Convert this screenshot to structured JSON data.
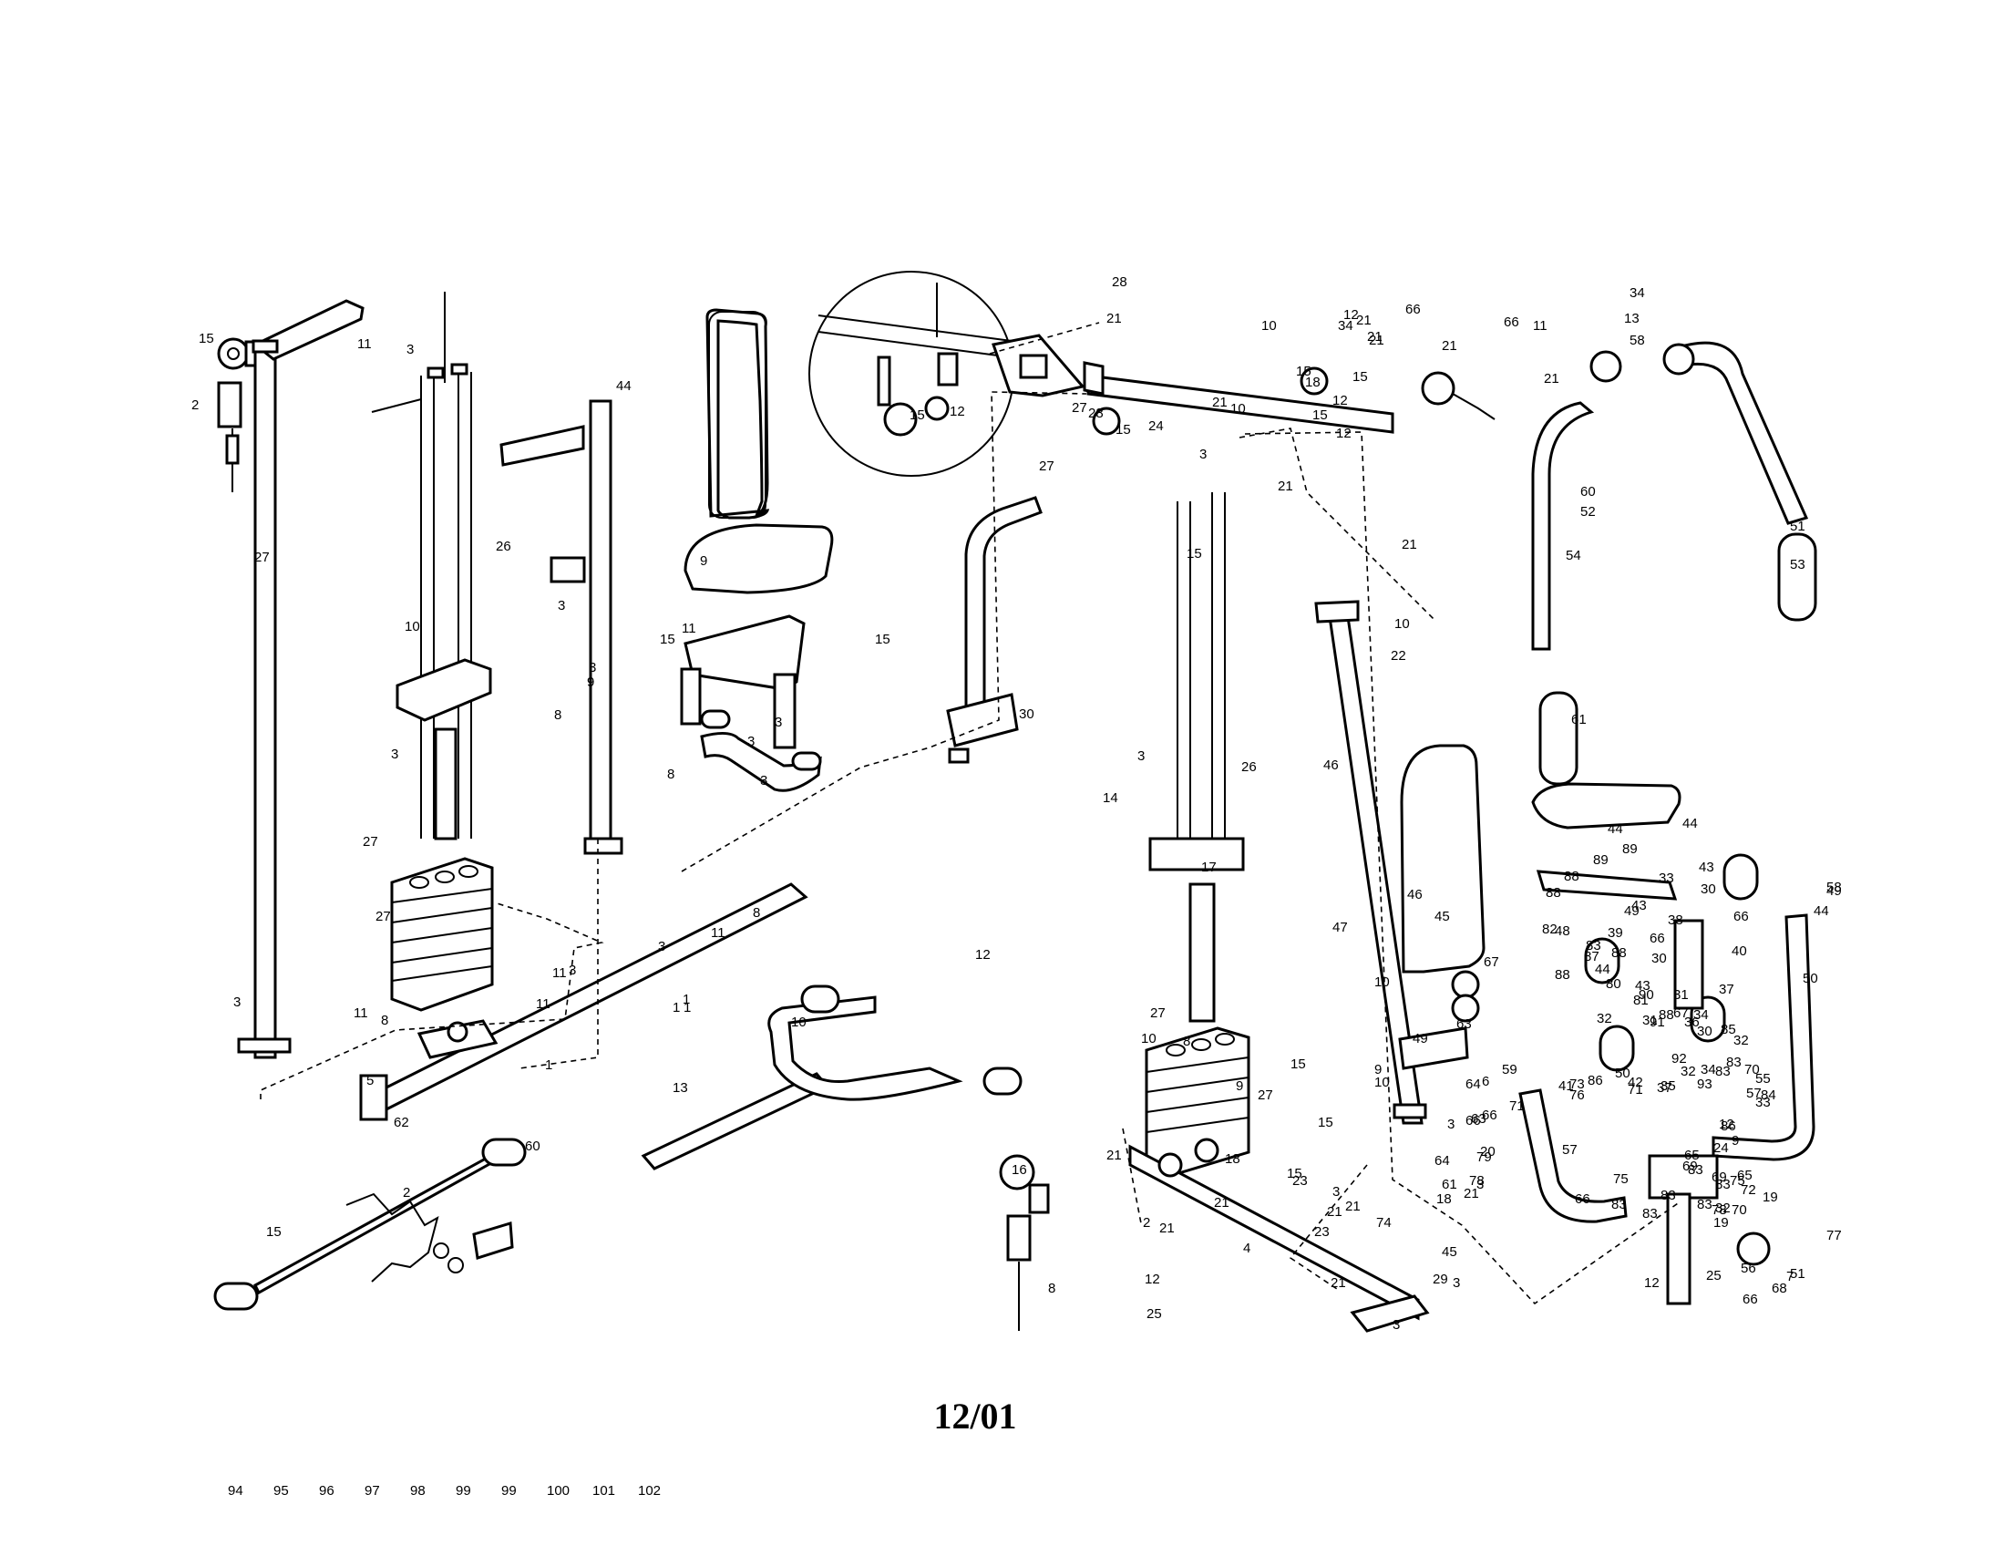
{
  "footer": {
    "date": "12/01"
  },
  "callouts": [
    "1",
    "1",
    "1",
    "1",
    "2",
    "2",
    "2",
    "3",
    "3",
    "3",
    "3",
    "3",
    "3",
    "3",
    "3",
    "3",
    "3",
    "3",
    "3",
    "3",
    "3",
    "3",
    "3",
    "3",
    "4",
    "5",
    "6",
    "7",
    "8",
    "8",
    "8",
    "8",
    "8",
    "8",
    "9",
    "9",
    "9",
    "9",
    "9",
    "10",
    "10",
    "10",
    "10",
    "10",
    "10",
    "10",
    "10",
    "11",
    "11",
    "11",
    "11",
    "11",
    "11",
    "11",
    "12",
    "12",
    "12",
    "12",
    "12",
    "12",
    "12",
    "12",
    "13",
    "13",
    "14",
    "15",
    "15",
    "15",
    "15",
    "15",
    "15",
    "15",
    "15",
    "15",
    "15",
    "15",
    "15",
    "15",
    "16",
    "17",
    "18",
    "18",
    "18",
    "19",
    "19",
    "20",
    "21",
    "21",
    "21",
    "21",
    "21",
    "21",
    "21",
    "21",
    "21",
    "21",
    "21",
    "21",
    "21",
    "21",
    "21",
    "21",
    "22",
    "23",
    "23",
    "24",
    "24",
    "25",
    "25",
    "26",
    "26",
    "27",
    "27",
    "27",
    "27",
    "27",
    "27",
    "27",
    "28",
    "28",
    "29",
    "30",
    "30",
    "30",
    "30",
    "31",
    "31",
    "32",
    "32",
    "32",
    "32",
    "33",
    "33",
    "34",
    "34",
    "34",
    "34",
    "35",
    "36",
    "37",
    "37",
    "38",
    "39",
    "40",
    "41",
    "42",
    "43",
    "43",
    "43",
    "44",
    "44",
    "44",
    "44",
    "44",
    "45",
    "45",
    "46",
    "46",
    "47",
    "48",
    "49",
    "49",
    "49",
    "50",
    "50",
    "51",
    "51",
    "52",
    "53",
    "54",
    "55",
    "56",
    "57",
    "57",
    "58",
    "58",
    "59",
    "60",
    "60",
    "61",
    "61",
    "62",
    "63",
    "63",
    "64",
    "64",
    "65",
    "65",
    "66",
    "66",
    "66",
    "66",
    "66",
    "66",
    "66",
    "66",
    "67",
    "67",
    "68",
    "69",
    "69",
    "70",
    "70",
    "71",
    "71",
    "72",
    "73",
    "74",
    "75",
    "75",
    "76",
    "77",
    "78",
    "78",
    "79",
    "80",
    "81",
    "82",
    "83",
    "83",
    "83",
    "83",
    "83",
    "83",
    "83",
    "83",
    "83",
    "84",
    "85",
    "86",
    "86",
    "87",
    "88",
    "88",
    "88",
    "88",
    "88",
    "89",
    "89",
    "90",
    "91",
    "92",
    "93",
    "94",
    "95",
    "96",
    "97",
    "98",
    "99",
    "99",
    "100",
    "101",
    "102"
  ]
}
